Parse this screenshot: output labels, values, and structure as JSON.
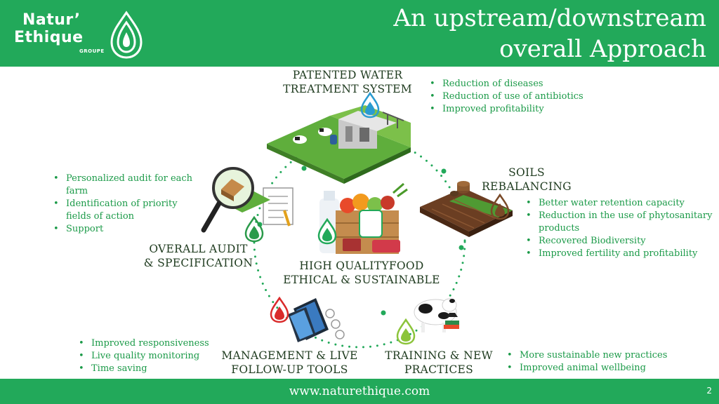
{
  "header": {
    "logo_line1": "Natur’",
    "logo_line2": "Ethique",
    "logo_sub": "GROUPE",
    "title_line1": "An upstream/downstream",
    "title_line2": "overall Approach"
  },
  "colors": {
    "brand_green": "#22a95a",
    "bullet_green": "#1b9a48",
    "heading_dark": "#1e3a1e"
  },
  "sections": {
    "water": {
      "title_line1": "PATENTED WATER",
      "title_line2": "TREATMENT SYSTEM",
      "bullets": [
        "Reduction of diseases",
        "Reduction of use of antibiotics",
        "Improved profitability"
      ]
    },
    "soils": {
      "title_line1": "SOILS",
      "title_line2": "REBALANCING",
      "bullets": [
        "Better water retention capacity",
        "Reduction in the use of phytosanitary products",
        "Recovered Biodiversity",
        "Improved fertility and profitability"
      ]
    },
    "audit": {
      "title_line1": "OVERALL AUDIT",
      "title_line2": "& SPECIFICATION",
      "bullets": [
        "Personalized audit for each farm",
        "Identification of priority fields of action",
        "Support"
      ]
    },
    "center": {
      "title_line1": "HIGH QUALITYFOOD",
      "title_line2": "ETHICAL & SUSTAINABLE"
    },
    "management": {
      "title_line1": "MANAGEMENT & LIVE",
      "title_line2": "FOLLOW-UP TOOLS",
      "bullets": [
        "Improved responsiveness",
        "Live quality monitoring",
        "Time saving"
      ]
    },
    "training": {
      "title_line1": "TRAINING & NEW",
      "title_line2": "PRACTICES",
      "bullets": [
        "More sustainable new practices",
        "Improved animal wellbeing"
      ]
    }
  },
  "footer": {
    "url": "www.naturethique.com",
    "page_number": "2"
  },
  "icons": [
    "water-drop-icon",
    "soil-drop-icon",
    "leaf-drop-icon",
    "red-drop-icon",
    "lime-drop-icon"
  ]
}
